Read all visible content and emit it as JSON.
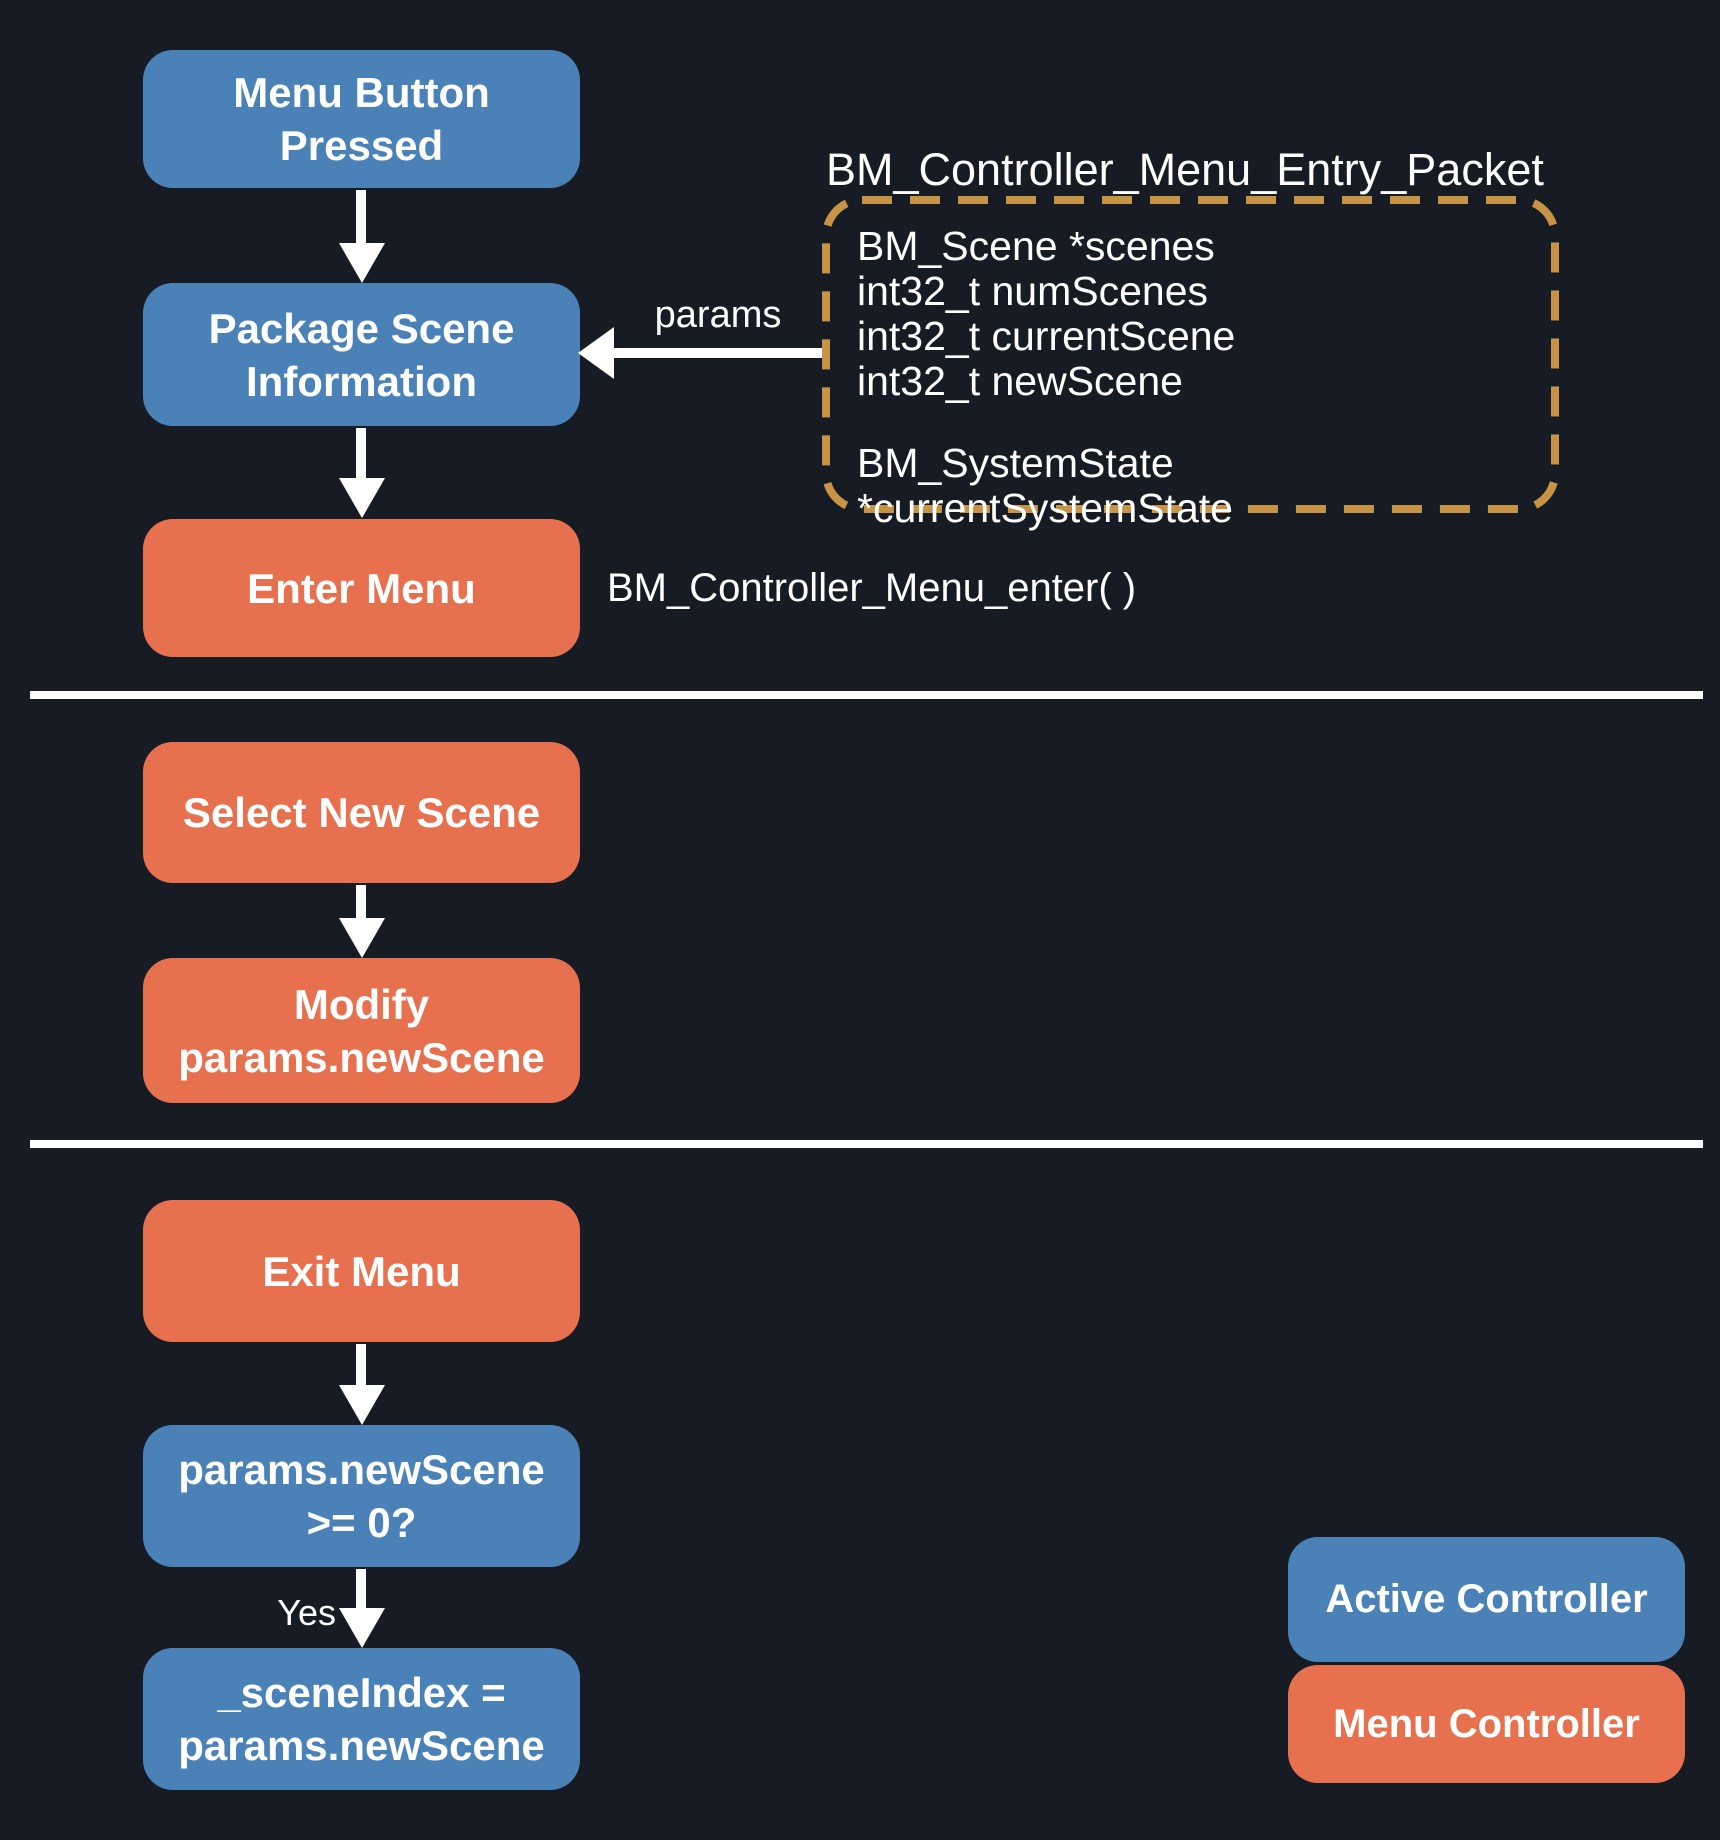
{
  "colors": {
    "background": "#171B24",
    "active_controller_blue": "#4A82B8",
    "menu_controller_orange": "#E7714E",
    "packet_border_tan": "#C79445",
    "line_white": "#FFFFFF"
  },
  "nodes": {
    "menu_button": {
      "label": "Menu Button\nPressed",
      "type": "active"
    },
    "package_scene": {
      "label": "Package Scene\nInformation",
      "type": "active"
    },
    "enter_menu": {
      "label": "Enter Menu",
      "type": "menu"
    },
    "select_new_scene": {
      "label": "Select New Scene",
      "type": "menu"
    },
    "modify_newscene": {
      "label": "Modify\nparams.newScene",
      "type": "menu"
    },
    "exit_menu": {
      "label": "Exit Menu",
      "type": "menu"
    },
    "newscene_check": {
      "label": "params.newScene\n>= 0?",
      "type": "active"
    },
    "scene_index_assign": {
      "label": "_sceneIndex =\nparams.newScene",
      "type": "active"
    }
  },
  "packet": {
    "title": "BM_Controller_Menu_Entry_Packet",
    "fields": [
      "BM_Scene *scenes",
      "int32_t numScenes",
      "int32_t currentScene",
      "int32_t newScene"
    ],
    "system_state_field": "BM_SystemState *currentSystemState"
  },
  "annotations": {
    "params_label": "params",
    "enter_function": "BM_Controller_Menu_enter( )",
    "yes_label": "Yes"
  },
  "legend": {
    "active_controller": "Active Controller",
    "menu_controller": "Menu Controller"
  }
}
